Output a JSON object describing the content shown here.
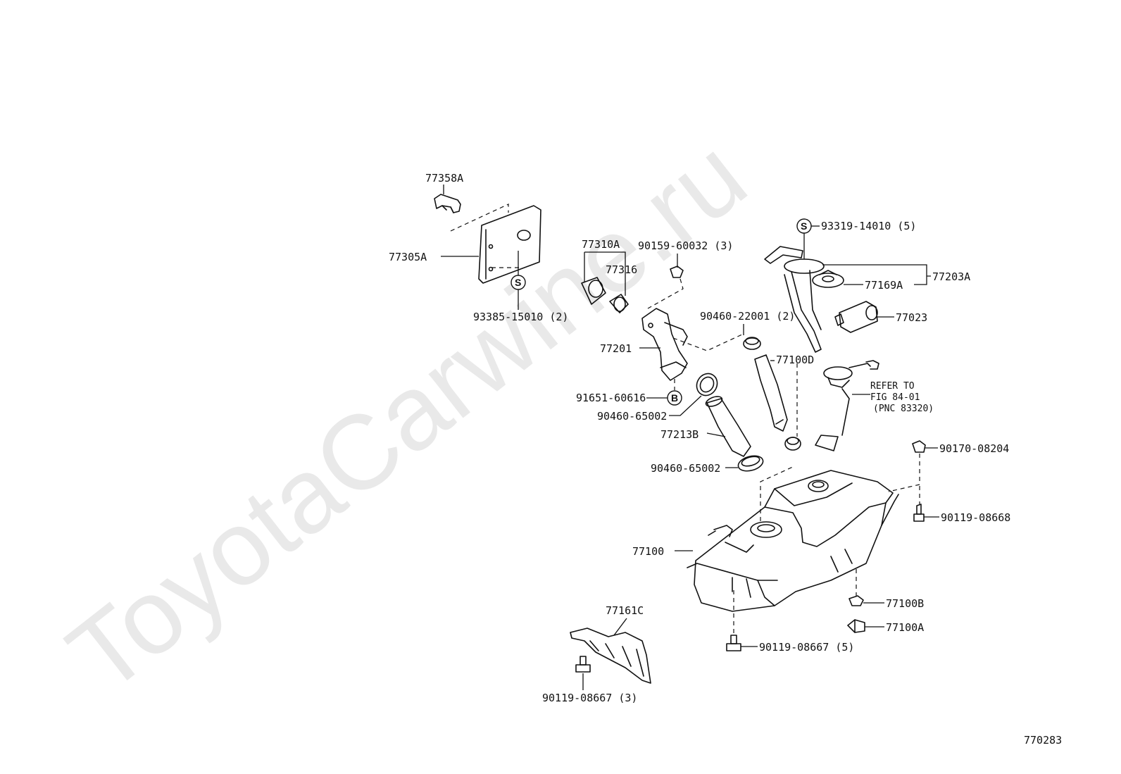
{
  "watermark": "ToyotaCarwine.ru",
  "figure_code": "770283",
  "symbols": {
    "s": "S",
    "b": "B"
  },
  "labels": {
    "p77358A": "77358A",
    "p77305A": "77305A",
    "p93385": "93385-15010 (2)",
    "p77310A": "77310A",
    "p77316": "77316",
    "p90159": "90159-60032 (3)",
    "p93319": "93319-14010 (5)",
    "p77203A": "77203A",
    "p77169A": "77169A",
    "p77023": "77023",
    "p90460_22001": "90460-22001 (2)",
    "p77201": "77201",
    "p77100D": "77100D",
    "p91651": "91651-60616",
    "p90460_65002a": "90460-65002",
    "p77213B": "77213B",
    "p90460_65002b": "90460-65002",
    "refer1": "REFER TO",
    "refer2": "FIG 84-01",
    "refer3": "(PNC 83320)",
    "p90170": "90170-08204",
    "p90119_08668": "90119-08668",
    "p77100": "77100",
    "p77100B": "77100B",
    "p77100A": "77100A",
    "p77161C": "77161C",
    "p90119_08667_5": "90119-08667 (5)",
    "p90119_08667_3": "90119-08667 (3)"
  }
}
